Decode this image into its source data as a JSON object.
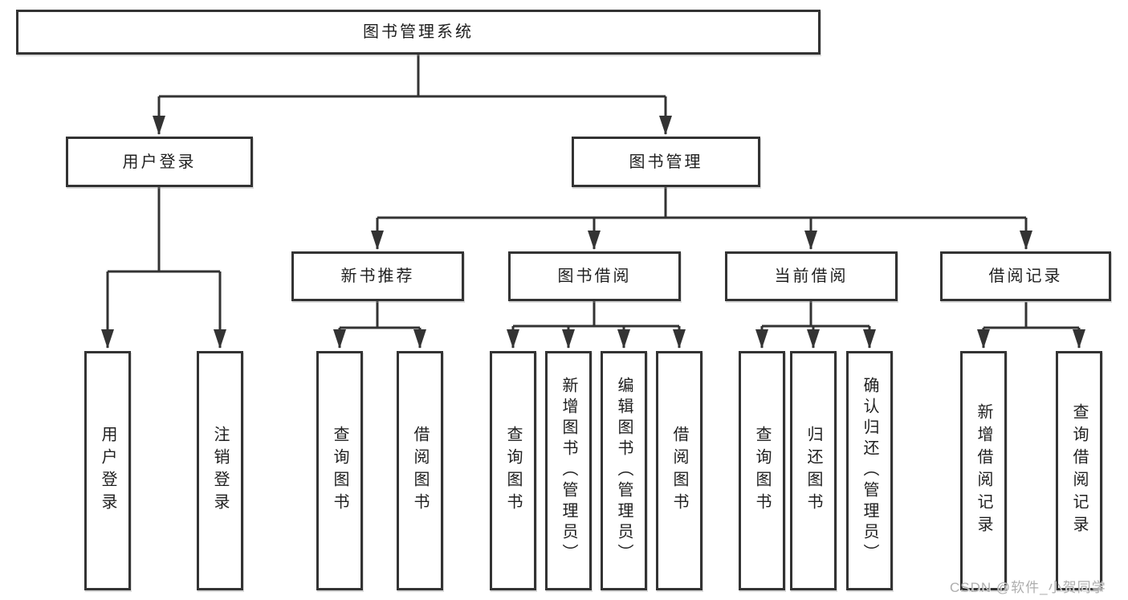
{
  "diagram_type": "functional-structure-tree",
  "tree": {
    "root": {
      "label": "图书管理系统"
    },
    "user_login": {
      "label": "用户登录",
      "children": [
        "用户登录",
        "注销登录"
      ]
    },
    "book_mgmt": {
      "label": "图书管理",
      "children": [
        {
          "label": "新书推荐",
          "children": [
            "查询图书",
            "借阅图书"
          ]
        },
        {
          "label": "图书借阅",
          "children": [
            "查询图书",
            "新增图书（管理员）",
            "编辑图书（管理员）",
            "借阅图书"
          ]
        },
        {
          "label": "当前借阅",
          "children": [
            "查询图书",
            "归还图书",
            "确认归还（管理员）"
          ]
        },
        {
          "label": "借阅记录",
          "children": [
            "新增借阅记录",
            "查询借阅记录"
          ]
        }
      ]
    }
  },
  "watermark": "CSDN @软件_小贺同学",
  "colors": {
    "line": "#333333",
    "box_border": "#333333",
    "box_fill": "#ffffff",
    "text": "#1f1f1f",
    "watermark": "#aeaeae",
    "background": "#ffffff"
  }
}
